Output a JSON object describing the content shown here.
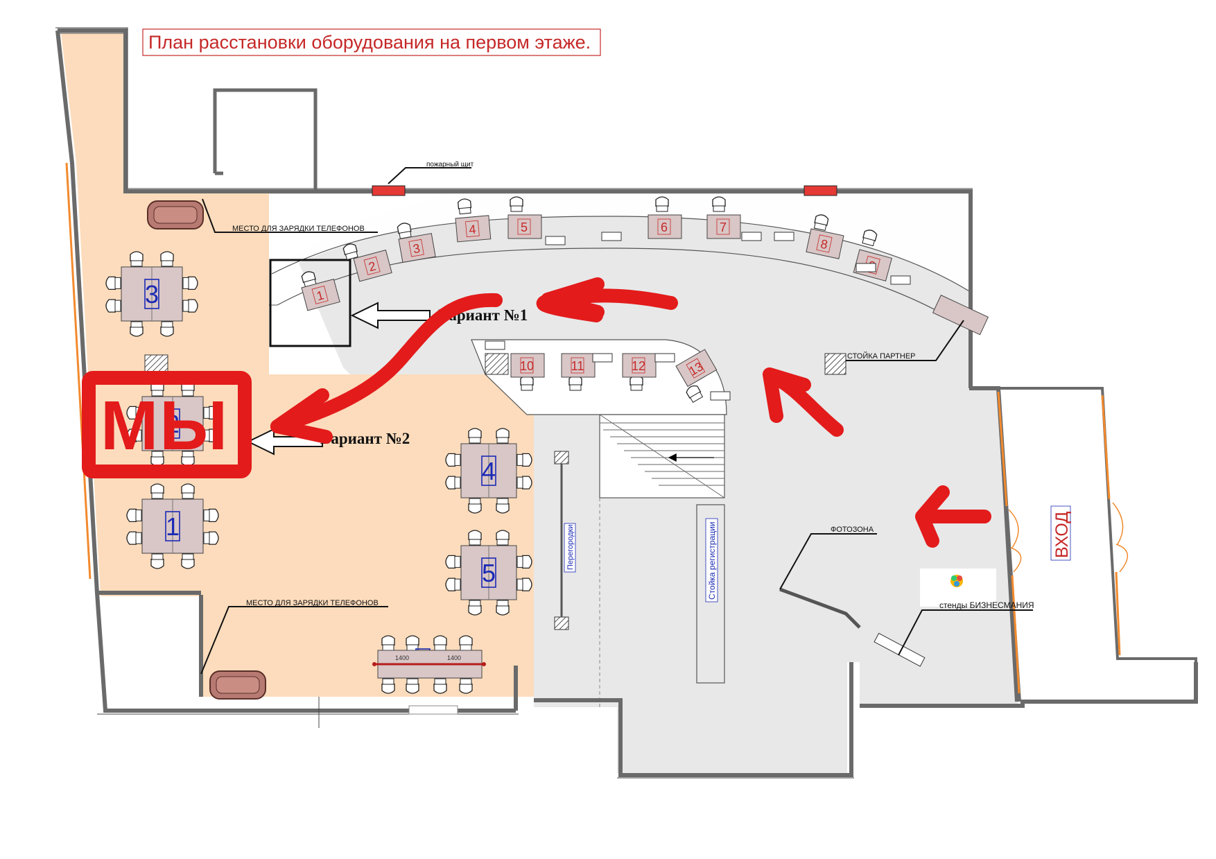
{
  "title": "План расстановки оборудования на первом этаже.",
  "labels": {
    "fire_panel": "пожарный щит",
    "charging_top": "МЕСТО ДЛЯ ЗАРЯДКИ ТЕЛЕФОНОВ",
    "charging_bottom": "МЕСТО ДЛЯ ЗАРЯДКИ ТЕЛЕФОНОВ",
    "partner_stand": "СТОЙКА ПАРТНЕР",
    "photo_zone": "ФОТОЗОНА",
    "stands": "стенды БИЗНЕСМАНИЯ",
    "partitions": "Перегородки",
    "registration": "Стойка регистрации",
    "entrance": "ВХОД",
    "variant1": "Вариант №1",
    "variant2": "Вариант №2",
    "we": "МЫ",
    "dimension_left": "1400",
    "dimension_right": "1400"
  },
  "tables_blue": [
    "1",
    "2",
    "3",
    "4",
    "5",
    "6"
  ],
  "desks_red": [
    "1",
    "2",
    "3",
    "4",
    "5",
    "6",
    "7",
    "8",
    "9",
    "10",
    "11",
    "12",
    "13"
  ],
  "colors": {
    "lounge_fill": "#fcdcbc",
    "hall_fill": "#e8e8e8",
    "wall": "#6a6a6a",
    "desk_fill": "#d9c6c6",
    "desk_number": "#c62828",
    "table_number": "#1a2ab5",
    "marker": "#e31b1b",
    "fire_panel": "#e53935",
    "window": "#f28a2e",
    "sofa": "#b77a72"
  }
}
